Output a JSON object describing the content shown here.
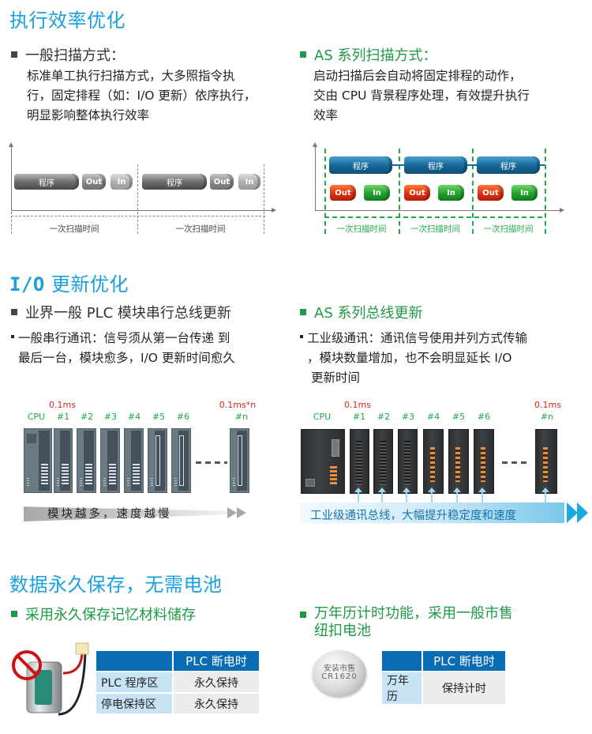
{
  "sections": {
    "exec": {
      "title": "执行效率优化",
      "left": {
        "heading": "一般扫描方式：",
        "lines": [
          "标准单工执行扫描方式，大多照指令执",
          "行，固定排程（如：I/O 更新）依序执行，",
          "明显影响整体执行效率"
        ],
        "diagram": {
          "blocks": [
            "程序",
            "Out",
            "In"
          ],
          "scan_label": "一次扫描时间"
        }
      },
      "right": {
        "heading": "AS 系列扫描方式：",
        "lines": [
          "启动扫描后会自动将固定排程的动作，",
          "交由 CPU 背景程序处理，有效提升执行",
          "效率"
        ],
        "diagram": {
          "blocks": [
            "程序",
            "Out",
            "In"
          ],
          "scan_label": "一次扫描时间"
        }
      }
    },
    "io": {
      "title_mono": "I/O",
      "title_rest": " 更新优化",
      "left": {
        "heading": "业界一般 PLC 模块串行总线更新",
        "bullet_lines": [
          "一般串行通讯：信号须从第一台传递 到",
          "最后一台，模块愈多，I/O 更新时间愈久"
        ],
        "timing_first": "0.1ms",
        "timing_last": "0.1ms*n",
        "modules": [
          "CPU",
          "#1",
          "#2",
          "#3",
          "#4",
          "#5",
          "#6",
          "#n"
        ],
        "banner": "模块越多，速度越慢"
      },
      "right": {
        "heading": "AS 系列总线更新",
        "bullet_lines": [
          "工业级通讯：通讯信号使用并列方式传输",
          "，模块数量增加，也不会明显延长 I/O",
          "更新时间"
        ],
        "timing_first": "0.1ms",
        "timing_last": "0.1ms",
        "modules": [
          "CPU",
          "#1",
          "#2",
          "#3",
          "#4",
          "#5",
          "#6",
          "#n"
        ],
        "banner": "工业级通讯总线，大幅提升稳定度和速度"
      }
    },
    "storage": {
      "title": "数据永久保存，无需电池",
      "left": {
        "heading": "采用永久保存记忆材料储存",
        "table": {
          "header": [
            "",
            "PLC 断电时"
          ],
          "rows": [
            [
              "PLC 程序区",
              "永久保持"
            ],
            [
              "停电保持区",
              "永久保持"
            ]
          ]
        }
      },
      "right": {
        "heading_lines": [
          "万年历计时功能，采用一般市售",
          "纽扣电池"
        ],
        "coin_battery": {
          "line1": "安装市售",
          "line2": "CR1620"
        },
        "table": {
          "header": [
            "",
            "PLC 断电时"
          ],
          "rows": [
            [
              "万年历",
              "保持计时"
            ]
          ]
        }
      }
    }
  },
  "colors": {
    "title_blue": "#1aa0e0",
    "heading_green": "#1e9a44",
    "timing_red": "#e02020",
    "table_header_blue": "#0a6cb5",
    "table_rowhead_lightblue": "#c8e3f3"
  }
}
